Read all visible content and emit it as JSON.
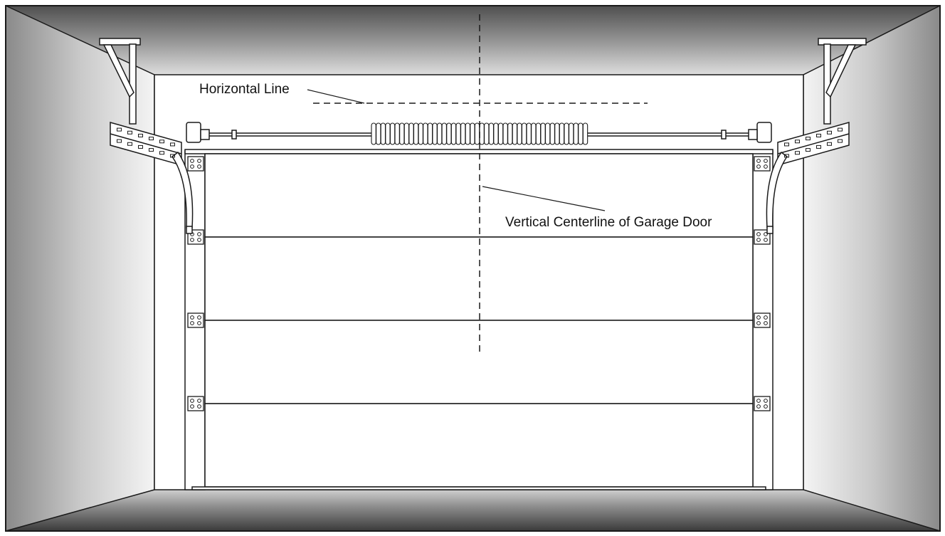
{
  "annotations": {
    "horizontal_line": "Horizontal Line",
    "vertical_centerline": "Vertical Centerline of Garage Door"
  },
  "door": {
    "panel_count": 4
  },
  "spring": {
    "coil_count": 46
  },
  "colors": {
    "line": "#1a1a1a",
    "door_fill": "#ffffff",
    "wall_dark": "#555555",
    "wall_light": "#f2f2f2"
  }
}
